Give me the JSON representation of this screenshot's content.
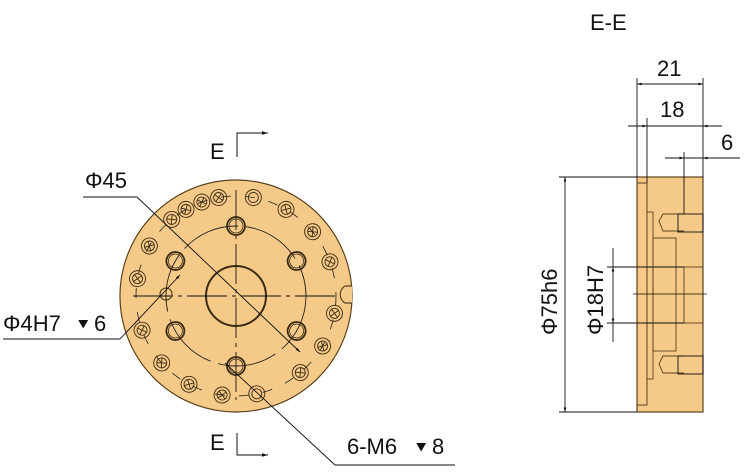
{
  "drawing": {
    "section_title": "E-E",
    "section_marker_top": "E",
    "section_marker_bottom": "E",
    "colors": {
      "part_fill": "#f5c987",
      "outline": "#5a4220",
      "line": "#111111"
    }
  },
  "front_view": {
    "labels": {
      "inner_diameter": "Φ45",
      "pin_hole": "Φ4H7",
      "pin_depth_symbol": "⧩",
      "pin_depth": "6",
      "tapped_holes": "6-M6",
      "tap_depth_symbol": "⧩",
      "tap_depth": "8"
    },
    "outer_bolt_holes_count": 18,
    "tapped_holes_count": 6
  },
  "section_view": {
    "dims": {
      "overall_width": "21",
      "inner_width": "18",
      "tap_offset": "6",
      "outer_diameter": "Φ75h6",
      "bore_diameter": "Φ18H7"
    }
  }
}
